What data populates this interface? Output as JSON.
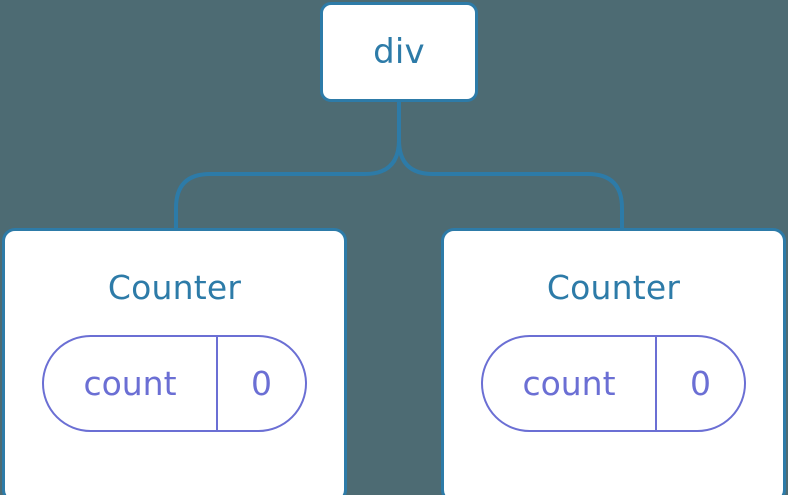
{
  "diagram": {
    "title": "component-tree",
    "background_color": "#4d6b73",
    "node_border_color": "#2d7ba8",
    "node_fill_color": "#ffffff",
    "node_text_color": "#2d7ba8",
    "state_pill_color": "#6b6fd4",
    "connector_color": "#2d7ba8"
  },
  "root": {
    "label": "div"
  },
  "children": [
    {
      "label": "Counter",
      "state": {
        "key": "count",
        "value": "0"
      }
    },
    {
      "label": "Counter",
      "state": {
        "key": "count",
        "value": "0"
      }
    }
  ]
}
